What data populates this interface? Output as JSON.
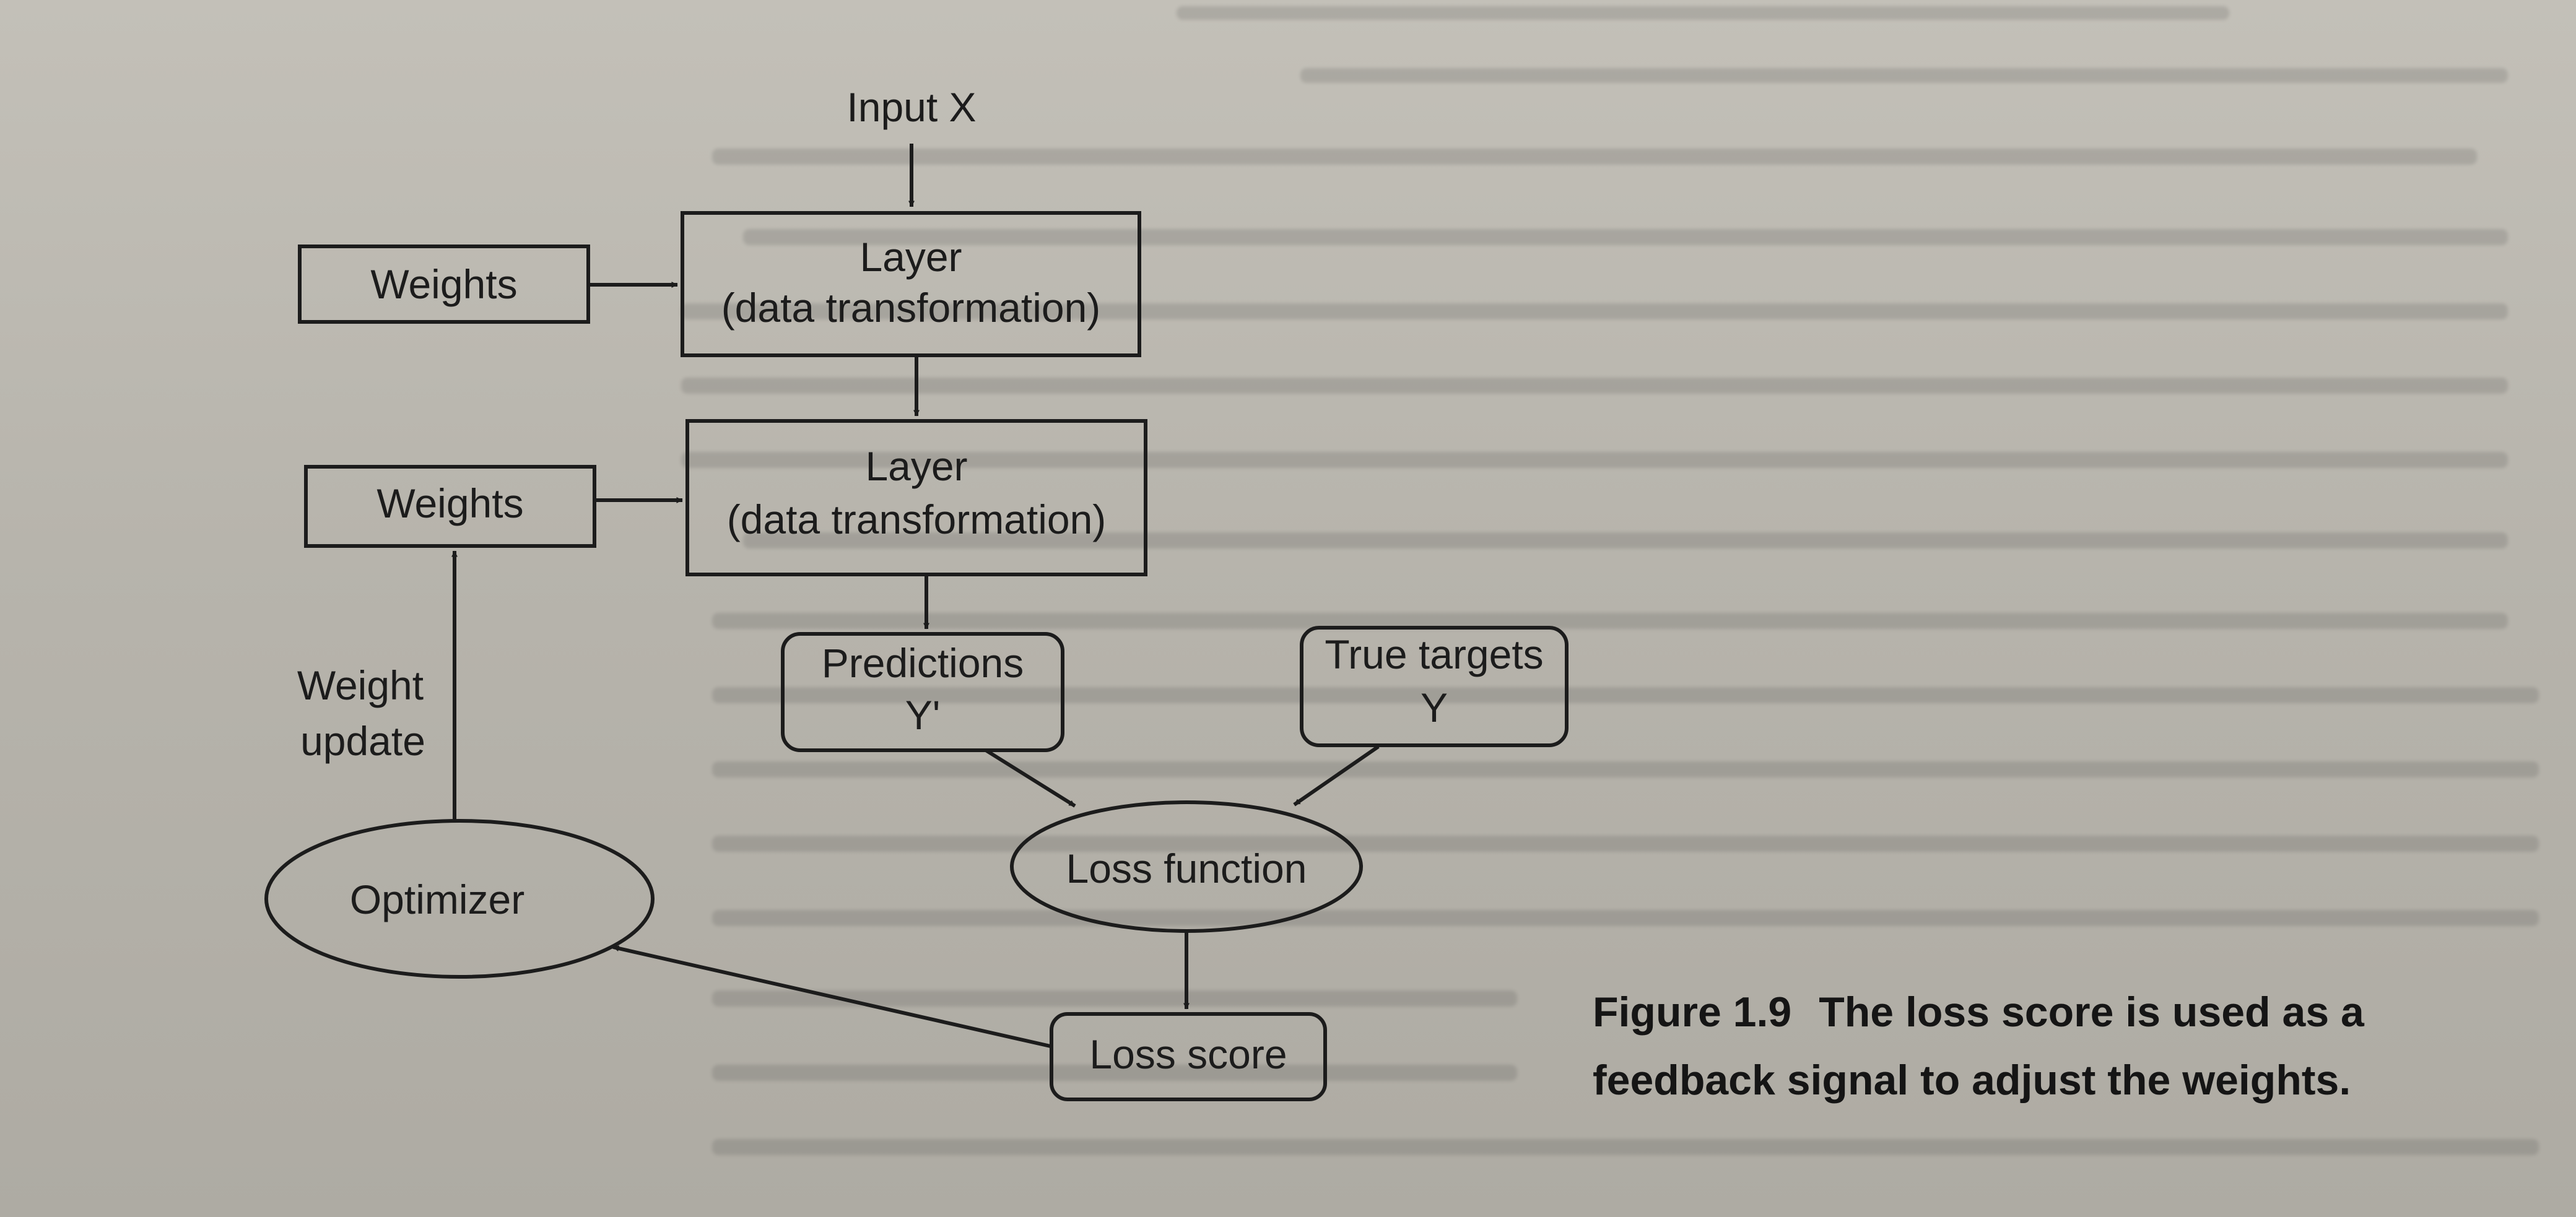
{
  "diagram": {
    "input_label": "Input X",
    "weights_1": "Weights",
    "weights_2": "Weights",
    "layer_1": {
      "line1": "Layer",
      "line2": "(data transformation)"
    },
    "layer_2": {
      "line1": "Layer",
      "line2": "(data transformation)"
    },
    "predictions": {
      "line1": "Predictions",
      "line2": "Y'"
    },
    "true_targets": {
      "line1": "True targets",
      "line2": "Y"
    },
    "loss_function": "Loss function",
    "loss_score": "Loss score",
    "optimizer": "Optimizer",
    "weight_update": {
      "line1": "Weight",
      "line2": "update"
    }
  },
  "caption": {
    "label": "Figure 1.9",
    "line1": "The loss score is used as a",
    "line2": "feedback signal to adjust the weights."
  }
}
